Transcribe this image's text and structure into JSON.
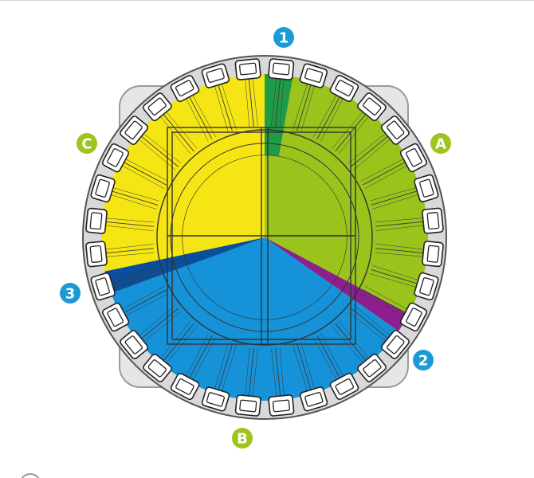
{
  "labels": {
    "marker_1": "1",
    "marker_2": "2",
    "marker_3": "3",
    "marker_a": "A",
    "marker_b": "B",
    "marker_c": "C"
  },
  "colors": {
    "zone_a": "#9ac31c",
    "zone_b": "#1592d8",
    "zone_c": "#f5e514",
    "zone_a_dark": "#87ad14",
    "zone_b_dark": "#0c7fc2",
    "zone_c_dark": "#e4d30c",
    "wedge_1": "#1f9b46",
    "wedge_2": "#8d1f8e",
    "wedge_3": "#0a4e9c",
    "marker_number": "#1b9ad6",
    "marker_letter": "#9ec41f",
    "outline": "#2a2a2a",
    "bezel": "#d9d9d9"
  },
  "icons": {
    "bucket": "weigh-bucket-icon",
    "frame": "square-frame-icon"
  }
}
